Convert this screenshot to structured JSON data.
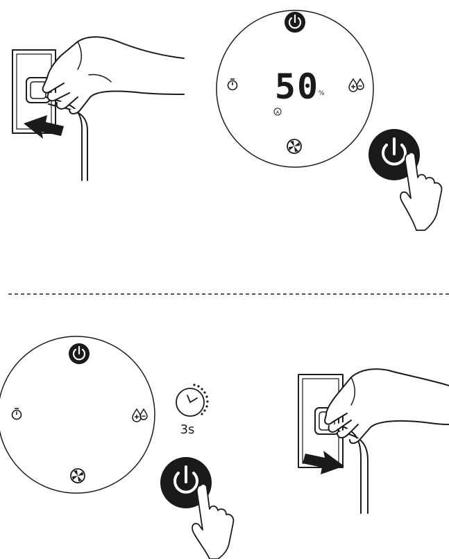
{
  "top_panel": {
    "display_value": "50",
    "display_unit": "%",
    "auto_badge": "A"
  },
  "bottom_panel": {
    "hold_duration": "3s"
  },
  "icons": [
    "power-icon",
    "timer-icon",
    "humidity-icon",
    "fan-icon",
    "auto-mode-icon",
    "stopwatch-icon",
    "plug-icon"
  ],
  "colors": {
    "ink": "#1a1a1a",
    "paper": "#ffffff"
  }
}
